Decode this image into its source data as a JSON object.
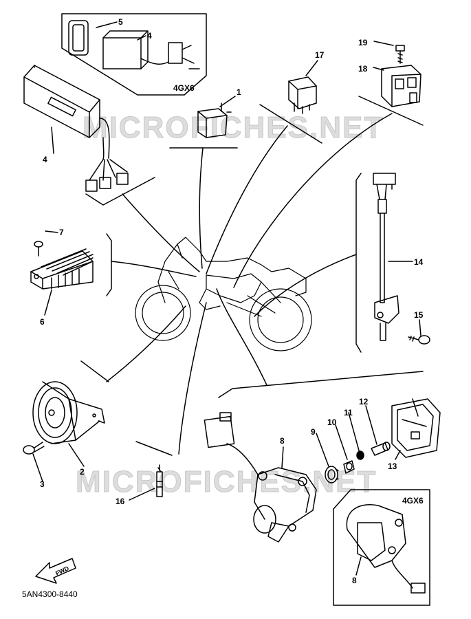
{
  "watermark": "MICROFICHES.NET",
  "variant_label": "4GX6",
  "fwd_label": "FWD",
  "diagram_code": "5AN4300-8440",
  "callouts": {
    "n1": "1",
    "n2": "2",
    "n3": "3",
    "n4a": "4",
    "n4b": "4",
    "n5": "5",
    "n6": "6",
    "n7": "7",
    "n8a": "8",
    "n8b": "8",
    "n9": "9",
    "n10": "10",
    "n11": "11",
    "n12": "12",
    "n13": "13",
    "n14": "14",
    "n15": "15",
    "n16": "16",
    "n17": "17",
    "n18": "18",
    "n19": "19"
  }
}
